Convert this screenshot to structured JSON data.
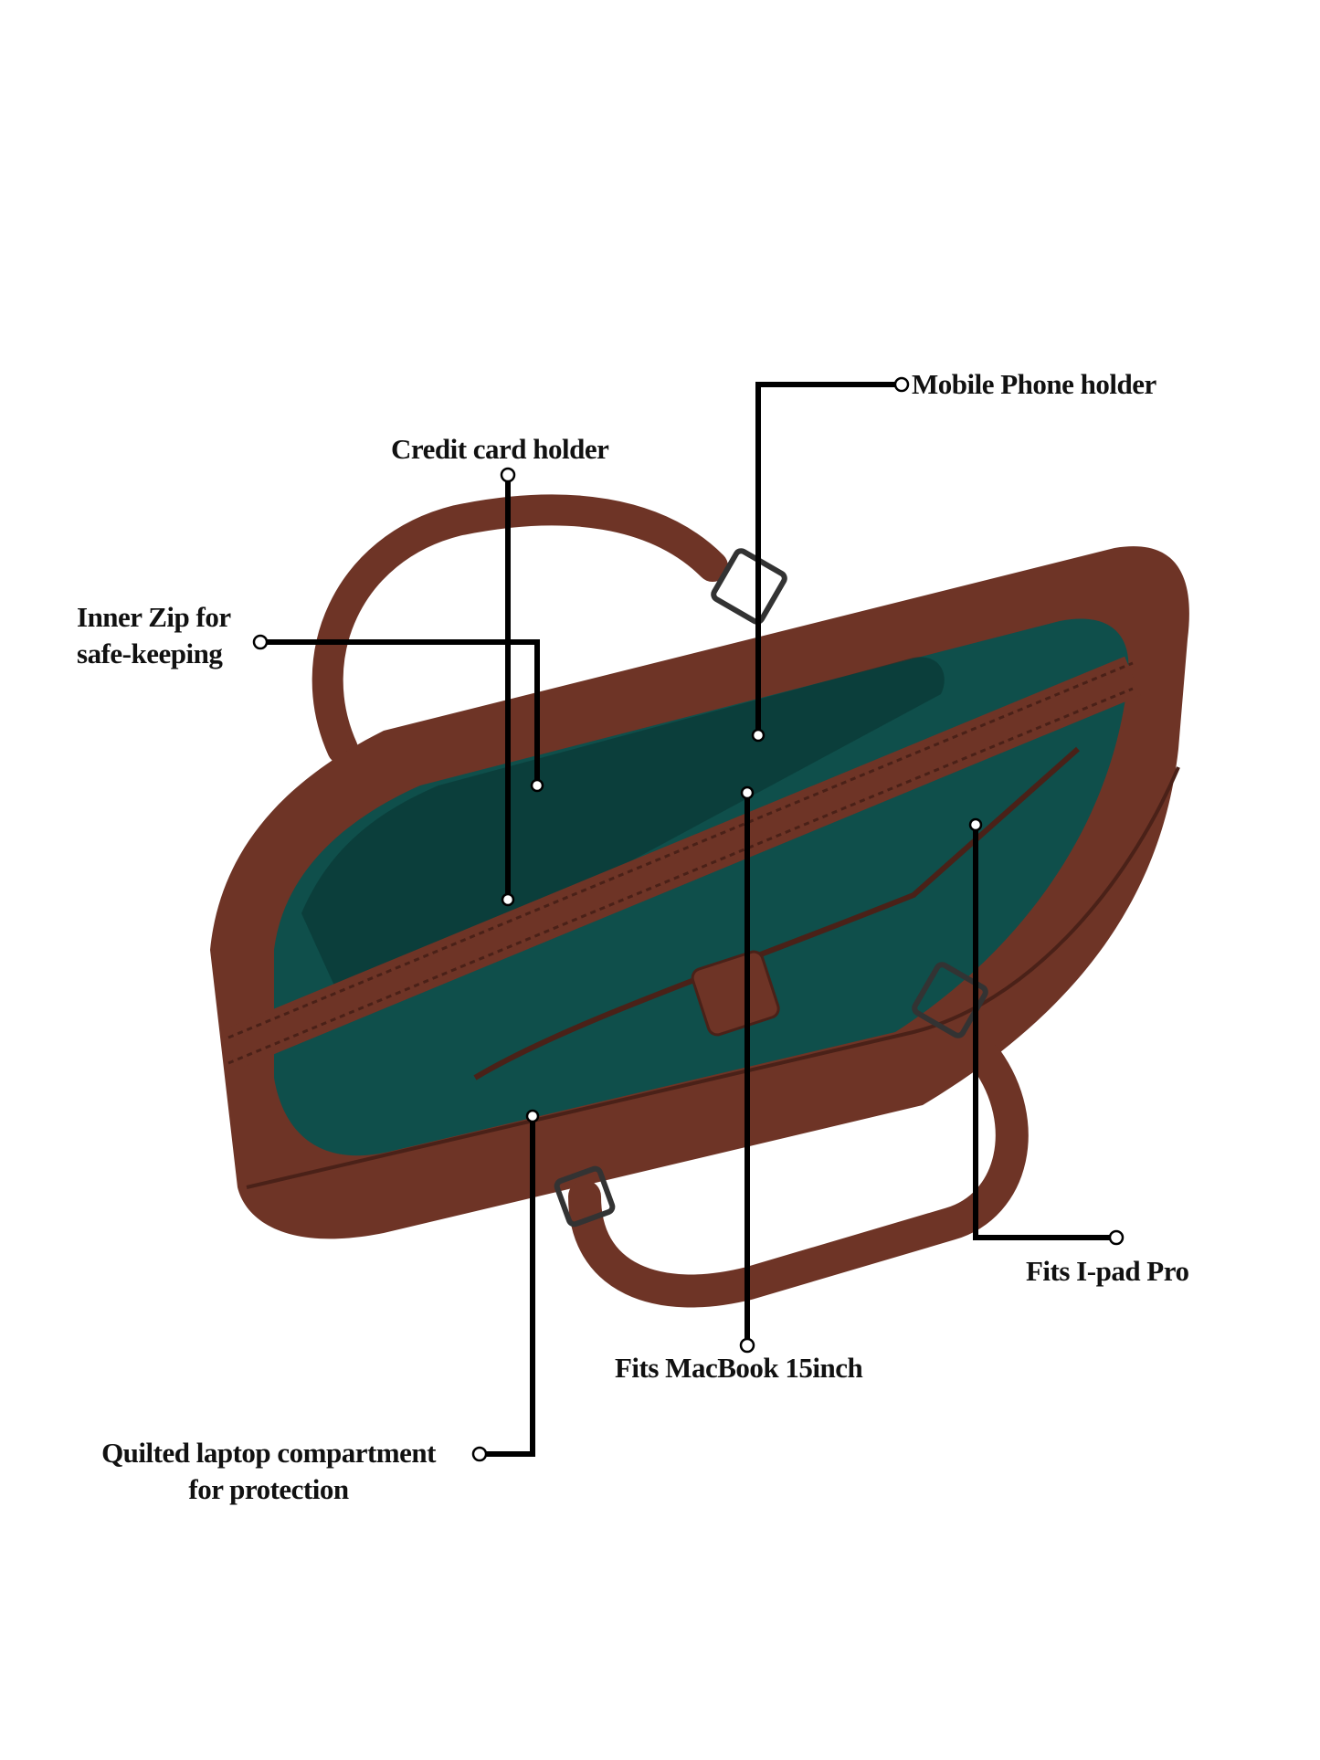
{
  "callouts": {
    "mobile_phone": {
      "label": "Mobile Phone holder"
    },
    "credit_card": {
      "label": "Credit card holder"
    },
    "inner_zip": {
      "line1": "Inner Zip for",
      "line2": "safe-keeping"
    },
    "macbook": {
      "label": "Fits MacBook 15inch"
    },
    "ipad": {
      "label": "Fits I-pad Pro"
    },
    "quilted": {
      "line1": "Quilted laptop compartment",
      "line2": "for protection"
    }
  },
  "colors": {
    "leather": "#6e3426",
    "leather_dark": "#4a2118",
    "lining": "#0f4f4b",
    "lining_dark": "#083330",
    "line": "#000000"
  }
}
